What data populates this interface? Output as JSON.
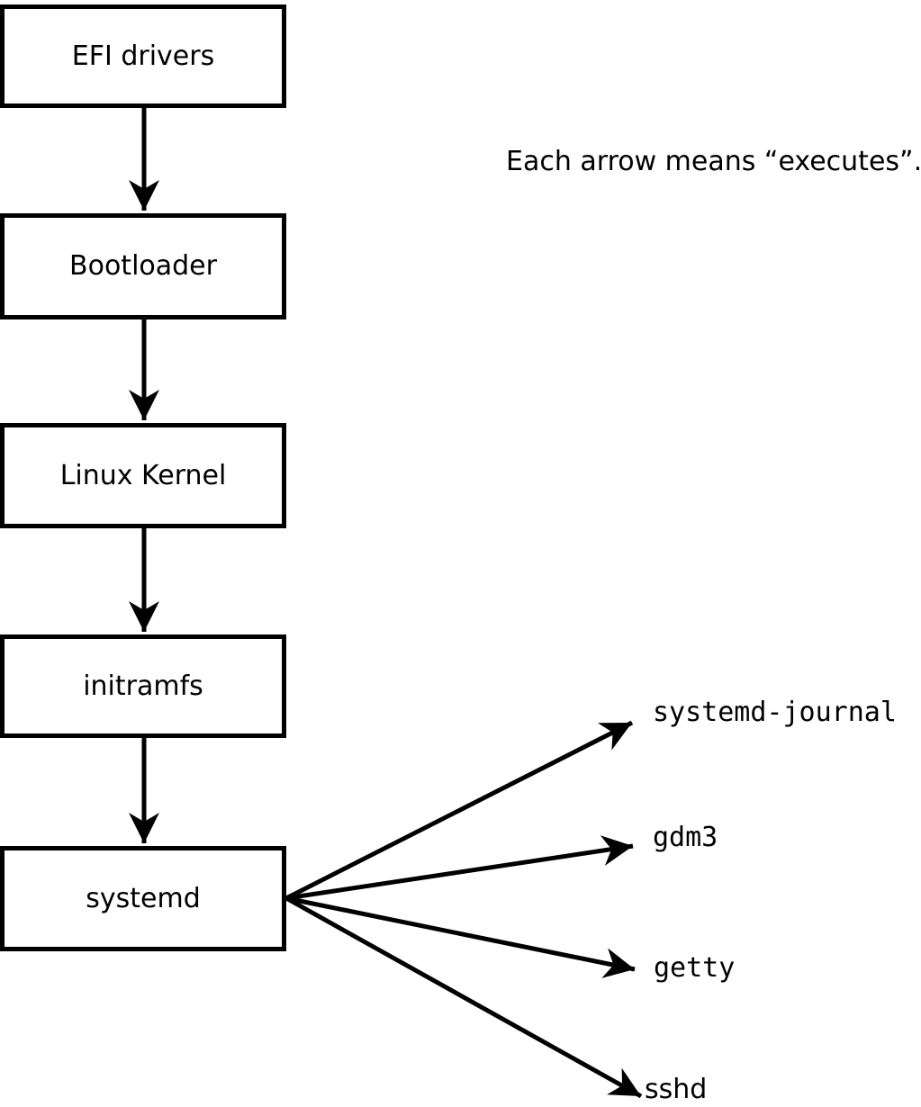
{
  "diagram": {
    "title": "linux-boot-flow",
    "note": "Each arrow means “executes”.",
    "arrow_meaning": "executes",
    "chain": [
      {
        "label": "EFI drivers"
      },
      {
        "label": "Bootloader"
      },
      {
        "label": "Linux Kernel"
      },
      {
        "label": "initramfs"
      },
      {
        "label": "systemd"
      }
    ],
    "spawned": [
      {
        "label": "systemd-journal"
      },
      {
        "label": "gdm3"
      },
      {
        "label": "getty"
      },
      {
        "label": "sshd"
      }
    ],
    "colors": {
      "stroke": "#000000",
      "box_fill": "#ffffff",
      "background": "#ffffff"
    }
  }
}
